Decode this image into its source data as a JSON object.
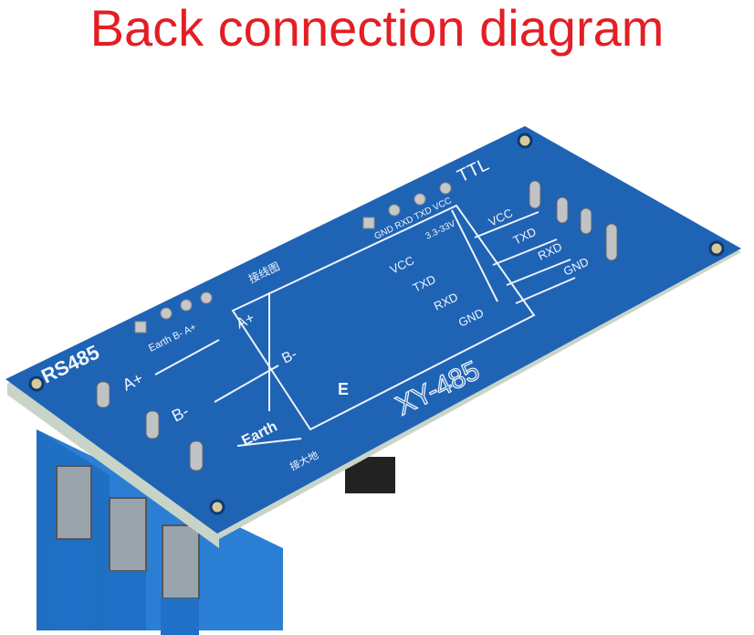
{
  "title": "Back connection diagram",
  "colors": {
    "title": "#e31e24",
    "board": "#1f63b5",
    "terminal": "#2a7fd4"
  },
  "board": {
    "model": "XY-485",
    "rs485_label": "RS485",
    "rs485_pins": "Earth B- A+",
    "ttl_label": "TTL",
    "ttl_pins": "GND RXD TXD VCC",
    "voltage": "3.3-33V",
    "diagram_title": "接线图",
    "left_labels": [
      "A+",
      "B-",
      "Earth"
    ],
    "box_left_labels": [
      "A+",
      "B-"
    ],
    "box_right_labels": [
      "VCC",
      "TXD",
      "RXD",
      "GND"
    ],
    "right_labels": [
      "VCC",
      "TXD",
      "RXD",
      "GND"
    ],
    "e_label": "E",
    "earth_note": "接大地"
  }
}
